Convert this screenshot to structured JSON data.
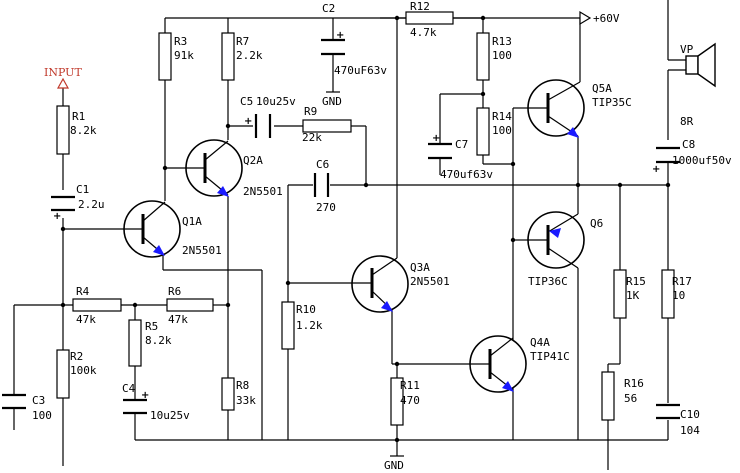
{
  "labels": {
    "input": "INPUT",
    "supply": "+60V",
    "gnd_top": "GND",
    "gnd_bottom": "GND"
  },
  "components": {
    "r1": {
      "ref": "R1",
      "value": "8.2k"
    },
    "r2": {
      "ref": "R2",
      "value": "100k"
    },
    "r3": {
      "ref": "R3",
      "value": "91k"
    },
    "r4": {
      "ref": "R4",
      "value": "47k"
    },
    "r5": {
      "ref": "R5",
      "value": "8.2k"
    },
    "r6": {
      "ref": "R6",
      "value": "47k"
    },
    "r7": {
      "ref": "R7",
      "value": "2.2k"
    },
    "r8": {
      "ref": "R8",
      "value": "33k"
    },
    "r9": {
      "ref": "R9",
      "value": "22k"
    },
    "r10": {
      "ref": "R10",
      "value": "1.2k"
    },
    "r11": {
      "ref": "R11",
      "value": "470"
    },
    "r12": {
      "ref": "R12",
      "value": "4.7k"
    },
    "r13": {
      "ref": "R13",
      "value": "100"
    },
    "r14": {
      "ref": "R14",
      "value": "100"
    },
    "r15": {
      "ref": "R15",
      "value": "1K"
    },
    "r16": {
      "ref": "R16",
      "value": "56"
    },
    "r17": {
      "ref": "R17",
      "value": "10"
    },
    "c1": {
      "ref": "C1",
      "value": "2.2u"
    },
    "c2": {
      "ref": "C2",
      "value": "470uF63v"
    },
    "c3": {
      "ref": "C3",
      "value": "100"
    },
    "c4": {
      "ref": "C4",
      "value": "10u25v"
    },
    "c5": {
      "ref": "C5",
      "value": "10u25v"
    },
    "c6": {
      "ref": "C6",
      "value": "270"
    },
    "c7": {
      "ref": "C7",
      "value": "470uf63v"
    },
    "c8": {
      "ref": "C8",
      "value": "1000uf50v"
    },
    "c10": {
      "ref": "C10",
      "value": "104"
    },
    "q1": {
      "ref": "Q1A",
      "part": "2N5501"
    },
    "q2": {
      "ref": "Q2A",
      "part": "2N5501"
    },
    "q3": {
      "ref": "Q3A",
      "part": "2N5501"
    },
    "q4": {
      "ref": "Q4A",
      "part": "TIP41C"
    },
    "q5": {
      "ref": "Q5A",
      "part": "TIP35C"
    },
    "q6": {
      "ref": "Q6",
      "part": "TIP36C"
    },
    "speaker": {
      "ref": "VP",
      "value": "8R"
    }
  }
}
